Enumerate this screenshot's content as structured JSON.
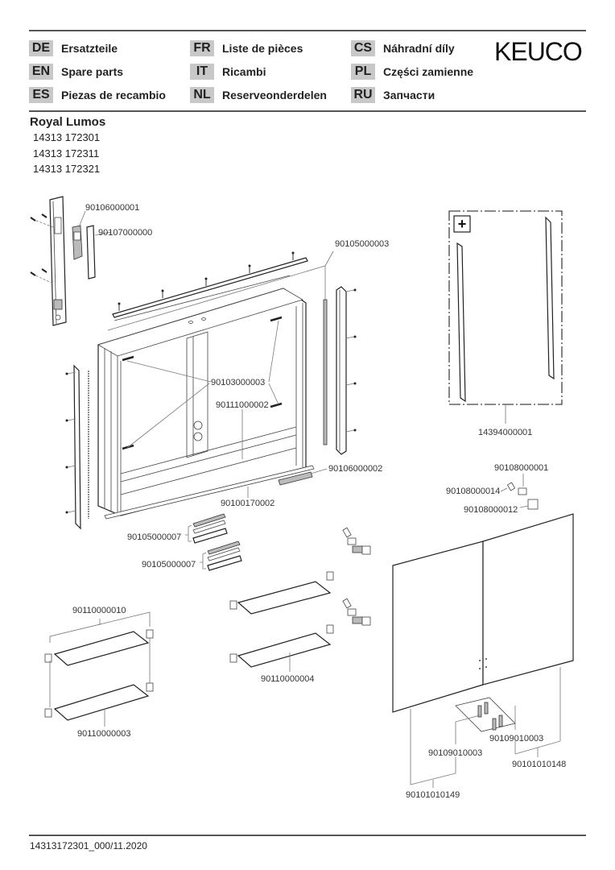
{
  "header": {
    "languages": [
      {
        "code": "DE",
        "text": "Ersatzteile"
      },
      {
        "code": "EN",
        "text": "Spare parts"
      },
      {
        "code": "ES",
        "text": "Piezas de recambio"
      },
      {
        "code": "FR",
        "text": "Liste de pièces"
      },
      {
        "code": "IT",
        "text": "Ricambi"
      },
      {
        "code": "NL",
        "text": "Reserveonderdelen"
      },
      {
        "code": "CS",
        "text": "Náhradní díly"
      },
      {
        "code": "PL",
        "text": "Części zamienne"
      },
      {
        "code": "RU",
        "text": "Запчасти"
      }
    ],
    "logo": "KEUCO"
  },
  "product": {
    "title": "Royal Lumos",
    "articles": [
      "14313 172301",
      "14313 172311",
      "14313 172321"
    ]
  },
  "parts": {
    "p1": "90106000001",
    "p2": "90107000000",
    "p3": "90105000003",
    "p4": "90103000003",
    "p5": "90111000002",
    "p6": "90106000002",
    "p7": "90100170002",
    "p8": "90105000007",
    "p9": "90105000007",
    "p10": "14394000001",
    "p11": "90108000001",
    "p12": "90108000014",
    "p13": "90108000012",
    "p14": "90110000010",
    "p15": "90110000003",
    "p16": "90110000004",
    "p17": "90109010003",
    "p18": "90109010003",
    "p19": "90101010148",
    "p20": "90101010149"
  },
  "optional_marker": "+",
  "footer": {
    "doc_code": "14313172301_000/11.2020"
  }
}
